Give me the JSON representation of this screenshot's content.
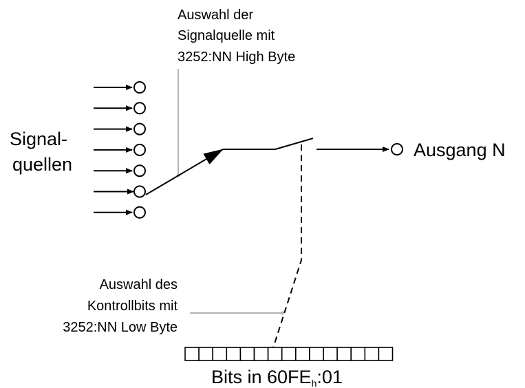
{
  "colors": {
    "line": "#000000",
    "leader": "#b3b3b3",
    "background": "#ffffff"
  },
  "labels": {
    "top_annotation": [
      "Auswahl der",
      "Signalquelle mit",
      "3252:NN High Byte"
    ],
    "sources": [
      "Signal-",
      "quellen"
    ],
    "output": "Ausgang N",
    "bottom_annotation": [
      "Auswahl des",
      "Kontrollbits mit",
      "3252:NN Low Byte"
    ],
    "bits_prefix": "Bits in 60FE",
    "bits_subscript": "h",
    "bits_suffix": ":01"
  },
  "inputs": {
    "count": 7,
    "selected_index": 5
  },
  "bits": {
    "count": 15
  }
}
